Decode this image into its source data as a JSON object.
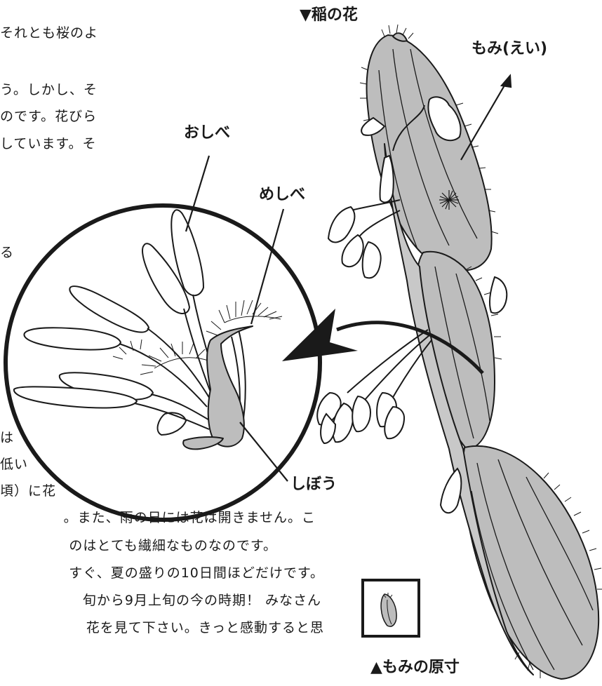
{
  "title": "▼稲の花",
  "labels": {
    "momi": "もみ(えい)",
    "oshibe": "おしべ",
    "meshibe": "めしべ",
    "shibou": "しぼう",
    "momi_actual_size": "▲もみの原寸"
  },
  "body_text": {
    "top_lines": [
      "それとも桜のよ",
      "う。しかし、そ",
      "のです。花びら",
      "しています。そ"
    ],
    "mid_fragment": "る",
    "left_fragments": [
      "は",
      "低い",
      "頃）に花"
    ],
    "bottom_lines": [
      "。また、雨の日には花は開きません。こ",
      "のはとても繊細なものなのです。",
      "すぐ、夏の盛りの10日間ほどだけです。",
      "旬から9月上旬の今の時期！ みなさん",
      "花を見て下さい。きっと感動すると思"
    ]
  },
  "colors": {
    "husk_fill": "#bdbdbd",
    "line": "#1a1a1a",
    "background": "#ffffff"
  }
}
